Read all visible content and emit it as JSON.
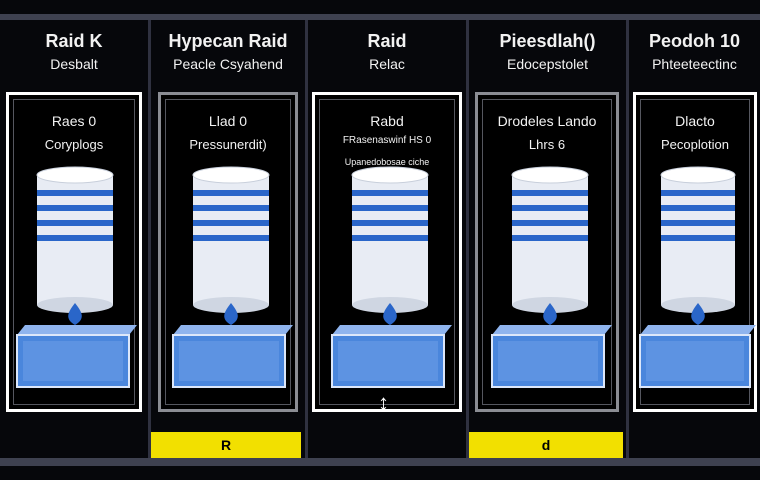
{
  "columns": [
    {
      "title": "Raid K",
      "subtitle": "Desbalt",
      "card_line1": "Raes 0",
      "card_line2": "Coryplogs",
      "card_line3": ""
    },
    {
      "title": "Hypecan Raid",
      "subtitle": "Peacle Csyahend",
      "card_line1": "Llad 0",
      "card_line2": "Pressunerdit)",
      "card_line3": ""
    },
    {
      "title": "Raid",
      "subtitle": "Relac",
      "card_line1": "Rabd",
      "card_line2": "FRasenaswinf HS 0",
      "card_line3": "Upanedobosae ciche"
    },
    {
      "title": "Pieesdlah()",
      "subtitle": "Edocepstolet",
      "card_line1": "Drodeles Lando",
      "card_line2": "Lhrs 6",
      "card_line3": ""
    },
    {
      "title": "Peodoh 10",
      "subtitle": "Phteeteectinc",
      "card_line1": "Dlacto",
      "card_line2": "Pecoplotion",
      "card_line3": ""
    }
  ],
  "yellow_labels": [
    "R",
    "d"
  ],
  "colors": {
    "background": "#06070b",
    "stripe": "#2a66c9",
    "cylinder": "#e8ecf4",
    "box": "#4a86dc",
    "highlight": "#f2e000"
  }
}
